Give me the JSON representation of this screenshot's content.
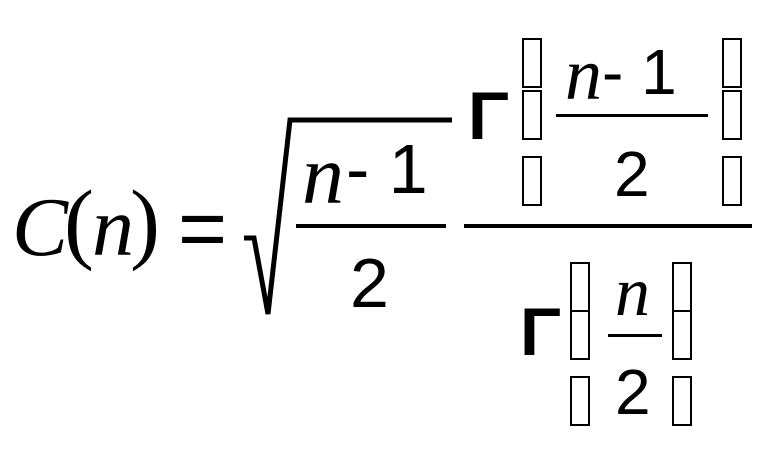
{
  "formula": {
    "lhs": {
      "func": "C",
      "open_paren": "(",
      "var": "n",
      "close_paren": ")"
    },
    "equals": "=",
    "sqrt_fraction": {
      "numerator_var": "n",
      "numerator_rest": " - 1",
      "denominator": "2"
    },
    "gamma_numerator": {
      "symbol": "Γ",
      "numerator_var": "n",
      "numerator_rest": " - 1",
      "denominator": "2"
    },
    "gamma_denominator": {
      "symbol": "Γ",
      "numerator_var": "n",
      "denominator": "2"
    }
  }
}
